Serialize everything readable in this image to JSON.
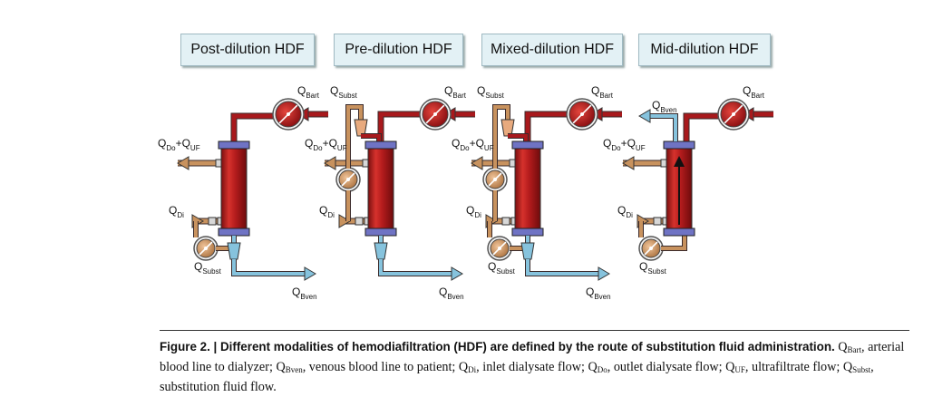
{
  "panels": [
    {
      "title": "Post-dilution HDF"
    },
    {
      "title": "Pre-dilution HDF"
    },
    {
      "title": "Mixed-dilution HDF"
    },
    {
      "title": "Mid-dilution HDF"
    }
  ],
  "flow_labels": {
    "q": "Q",
    "bart": "Bart",
    "bven": "Bven",
    "subst": "Subst",
    "di": "Di",
    "do": "Do",
    "plus": "+Q",
    "uf": "UF"
  },
  "colors": {
    "blood": "#a8191c",
    "venous": "#86c3dd",
    "dialysate": "#c8925e",
    "cap": "#6f73c4"
  },
  "caption": {
    "fig": "Figure 2.",
    "sep": " | ",
    "title": "Different modalities of hemodiafiltration (HDF) are defined by the route of substitution fluid administration.",
    "t1": " Q",
    "s1": "Bart",
    "t2": ", arterial blood line to dialyzer; Q",
    "s2": "Bven",
    "t3": ", venous blood line to patient; Q",
    "s3": "Di",
    "t4": ", inlet dialysate flow; Q",
    "s4": "Do",
    "t5": ", outlet dialysate flow; Q",
    "s5": "UF",
    "t6": ", ultrafiltrate flow; Q",
    "s6": "Subst",
    "t7": ", substitution fluid flow."
  }
}
